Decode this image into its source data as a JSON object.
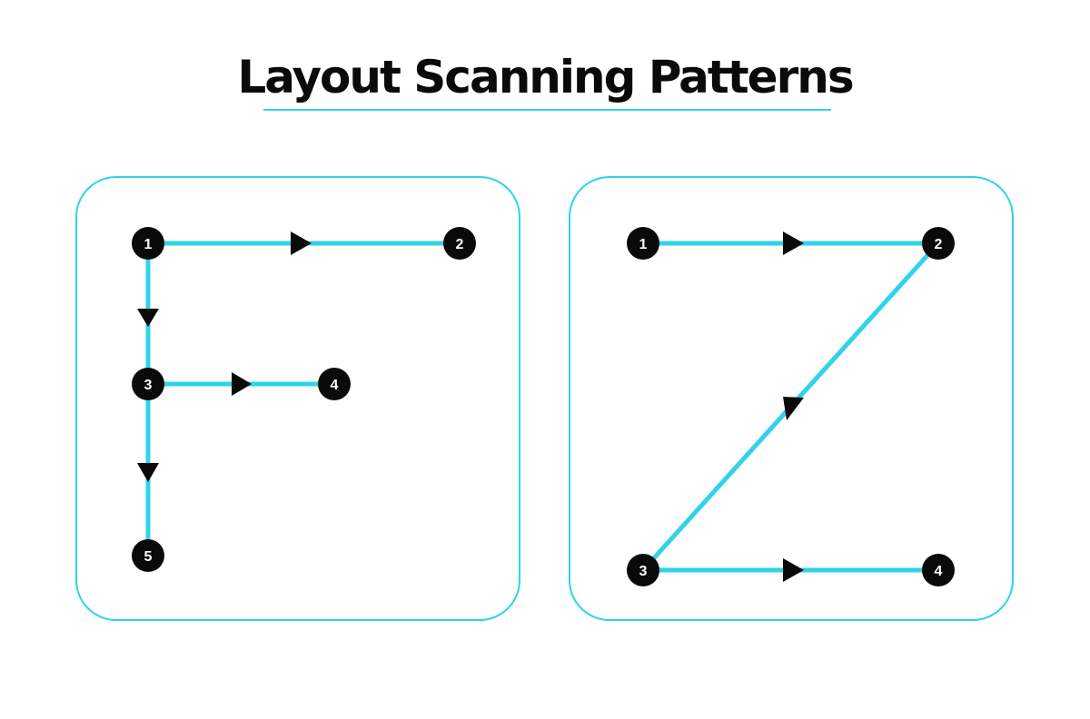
{
  "title": "Layout Scanning Patterns",
  "colors": {
    "accent": "#2fd3ea",
    "node_fill": "#0a0a0a",
    "node_text": "#ffffff",
    "arrow": "#0a0a0a",
    "background": "#ffffff"
  },
  "panels": [
    {
      "pattern": "F",
      "nodes": [
        {
          "id": "f1",
          "label": "1"
        },
        {
          "id": "f2",
          "label": "2"
        },
        {
          "id": "f3",
          "label": "3"
        },
        {
          "id": "f4",
          "label": "4"
        },
        {
          "id": "f5",
          "label": "5"
        }
      ],
      "edges": [
        {
          "from": "1",
          "to": "2"
        },
        {
          "from": "1",
          "to": "3"
        },
        {
          "from": "3",
          "to": "4"
        },
        {
          "from": "3",
          "to": "5"
        }
      ]
    },
    {
      "pattern": "Z",
      "nodes": [
        {
          "id": "z1",
          "label": "1"
        },
        {
          "id": "z2",
          "label": "2"
        },
        {
          "id": "z3",
          "label": "3"
        },
        {
          "id": "z4",
          "label": "4"
        }
      ],
      "edges": [
        {
          "from": "1",
          "to": "2"
        },
        {
          "from": "2",
          "to": "3"
        },
        {
          "from": "3",
          "to": "4"
        }
      ]
    }
  ]
}
